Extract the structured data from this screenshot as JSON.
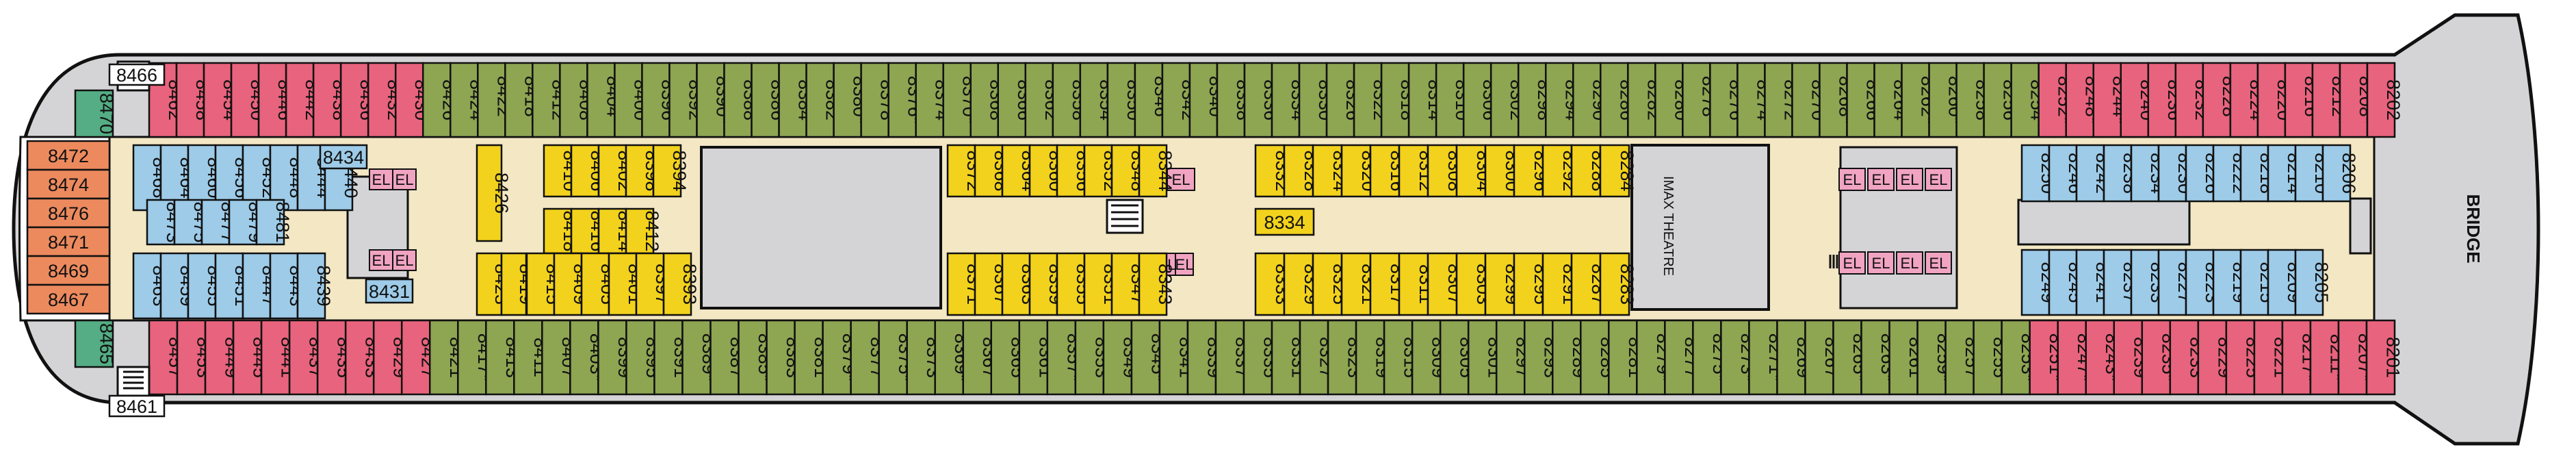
{
  "bridge_label": "BRIDGE",
  "theatre_label": "IMAX THEATRE",
  "elevator_label": "EL",
  "colors": {
    "red": "#e8637d",
    "green": "#8ea552",
    "blue": "#9dcbe8",
    "yellow": "#f2d21c",
    "orange": "#ec8a5e",
    "teal": "#54ad84",
    "pink": "#f1a4c1",
    "hull": "#d4d4d6",
    "corridor": "#f3e7c4",
    "white": "#ffffff"
  },
  "top_cabins": [
    "8462",
    "8458",
    "8454",
    "8450",
    "8446",
    "8442",
    "8438",
    "8436",
    "8432",
    "8430",
    "8426",
    "8424",
    "8422*",
    "8418*",
    "8412",
    "8408",
    "8404*",
    "8400",
    "8396",
    "8392",
    "8390*",
    "8388",
    "8386",
    "8384",
    "8382",
    "8380*",
    "8378",
    "8376*",
    "8374",
    "8370*",
    "8368",
    "8366",
    "8362",
    "8358",
    "8354",
    "8350",
    "8346*",
    "8342",
    "8340*",
    "8338",
    "8336",
    "8334",
    "8330",
    "8326",
    "8322",
    "8318",
    "8314",
    "8310",
    "8306",
    "8302",
    "8298",
    "8294",
    "8290",
    "8286",
    "8282",
    "8280",
    "8278*",
    "8276",
    "8274",
    "8272",
    "8270",
    "8268*",
    "8266",
    "8264",
    "8262*",
    "8260*",
    "8258",
    "8256",
    "8254",
    "8252*",
    "8248*",
    "8244*",
    "8240",
    "8236",
    "8232",
    "8228*",
    "8224",
    "8220",
    "8216*",
    "8212*",
    "8208*",
    "8202"
  ],
  "top_colors": [
    "r",
    "r",
    "r",
    "r",
    "r",
    "r",
    "r",
    "r",
    "r",
    "r",
    "g",
    "g",
    "g",
    "g",
    "g",
    "g",
    "g",
    "g",
    "g",
    "g",
    "g",
    "g",
    "g",
    "g",
    "g",
    "g",
    "g",
    "g",
    "g",
    "g",
    "g",
    "g",
    "g",
    "g",
    "g",
    "g",
    "g",
    "g",
    "g",
    "g",
    "g",
    "g",
    "g",
    "g",
    "g",
    "g",
    "g",
    "g",
    "g",
    "g",
    "g",
    "g",
    "g",
    "g",
    "g",
    "g",
    "g",
    "g",
    "g",
    "g",
    "g",
    "g",
    "g",
    "g",
    "g",
    "g",
    "g",
    "g",
    "g",
    "r",
    "r",
    "r",
    "r",
    "r",
    "r",
    "r",
    "r",
    "r",
    "r",
    "r",
    "r",
    "r"
  ],
  "bottom_cabins": [
    "8457",
    "8453",
    "8449",
    "8445",
    "8441",
    "8437",
    "8435",
    "8433",
    "8429",
    "8427",
    "8421",
    "8417*",
    "8413",
    "8411",
    "8407",
    "8403*",
    "8399",
    "8395",
    "8391",
    "8389*",
    "8387",
    "8385*",
    "8383",
    "8381",
    "8379*",
    "8377",
    "8375*",
    "8373",
    "8369*",
    "8367",
    "8365",
    "8361",
    "8357*",
    "8353",
    "8349",
    "8345*",
    "8341",
    "8339",
    "8337",
    "8335",
    "8331",
    "8327",
    "8323",
    "8319",
    "8315",
    "8309",
    "8305",
    "8301",
    "8297",
    "8293",
    "8289",
    "8285",
    "8281",
    "8279*",
    "8277",
    "8275*",
    "8273*",
    "8271*",
    "8269",
    "8267",
    "8265*",
    "8263*",
    "8261",
    "8259*",
    "8257",
    "8255",
    "8253*",
    "8251*",
    "8247*",
    "8243*",
    "8239",
    "8235*",
    "8233",
    "8229",
    "8225",
    "8221",
    "8217*",
    "8211*",
    "8207*",
    "8201"
  ],
  "bottom_colors": [
    "r",
    "r",
    "r",
    "r",
    "r",
    "r",
    "r",
    "r",
    "r",
    "r",
    "g",
    "g",
    "g",
    "g",
    "g",
    "g",
    "g",
    "g",
    "g",
    "g",
    "g",
    "g",
    "g",
    "g",
    "g",
    "g",
    "g",
    "g",
    "g",
    "g",
    "g",
    "g",
    "g",
    "g",
    "g",
    "g",
    "g",
    "g",
    "g",
    "g",
    "g",
    "g",
    "g",
    "g",
    "g",
    "g",
    "g",
    "g",
    "g",
    "g",
    "g",
    "g",
    "g",
    "g",
    "g",
    "g",
    "g",
    "g",
    "g",
    "g",
    "g",
    "g",
    "g",
    "g",
    "g",
    "g",
    "g",
    "r",
    "r",
    "r",
    "r",
    "r",
    "r",
    "r",
    "r",
    "r",
    "r",
    "r",
    "r",
    "r"
  ],
  "aft_cabins": [
    {
      "label": "8472",
      "color": "o"
    },
    {
      "label": "8474",
      "color": "o"
    },
    {
      "label": "8476",
      "color": "o"
    },
    {
      "label": "8471",
      "color": "o"
    },
    {
      "label": "8469",
      "color": "o"
    },
    {
      "label": "8467",
      "color": "o"
    },
    {
      "label": "8470",
      "color": "t"
    },
    {
      "label": "8465",
      "color": "t"
    },
    {
      "label": "8466",
      "color": "w"
    },
    {
      "label": "8461",
      "color": "w"
    }
  ],
  "inner_cabins": [
    {
      "label": "8468",
      "color": "b"
    },
    {
      "label": "8464",
      "color": "b"
    },
    {
      "label": "8460",
      "color": "b"
    },
    {
      "label": "8456",
      "color": "b"
    },
    {
      "label": "8452",
      "color": "b"
    },
    {
      "label": "8448",
      "color": "b"
    },
    {
      "label": "8444",
      "color": "b"
    },
    {
      "label": "8440",
      "color": "b"
    },
    {
      "label": "8473",
      "color": "b"
    },
    {
      "label": "8475",
      "color": "b"
    },
    {
      "label": "8477",
      "color": "b"
    },
    {
      "label": "8479",
      "color": "b"
    },
    {
      "label": "8481",
      "color": "b"
    },
    {
      "label": "8463",
      "color": "b"
    },
    {
      "label": "8459",
      "color": "b"
    },
    {
      "label": "8455",
      "color": "b"
    },
    {
      "label": "8451",
      "color": "b"
    },
    {
      "label": "8447",
      "color": "b"
    },
    {
      "label": "8443",
      "color": "b"
    },
    {
      "label": "8439",
      "color": "b"
    },
    {
      "label": "8434",
      "color": "b"
    },
    {
      "label": "8431",
      "color": "b"
    },
    {
      "label": "8426",
      "color": "y"
    },
    {
      "label": "8423",
      "color": "y"
    },
    {
      "label": "8419",
      "color": "y"
    },
    {
      "label": "8410",
      "color": "y"
    },
    {
      "label": "8406",
      "color": "y"
    },
    {
      "label": "8402",
      "color": "y"
    },
    {
      "label": "8398",
      "color": "y"
    },
    {
      "label": "8394",
      "color": "y"
    },
    {
      "label": "8418",
      "color": "y"
    },
    {
      "label": "8416",
      "color": "y"
    },
    {
      "label": "8414",
      "color": "y"
    },
    {
      "label": "8412",
      "color": "y"
    },
    {
      "label": "8415",
      "color": "y"
    },
    {
      "label": "8409",
      "color": "y"
    },
    {
      "label": "8405",
      "color": "y"
    },
    {
      "label": "8401",
      "color": "y"
    },
    {
      "label": "8397",
      "color": "y"
    },
    {
      "label": "8393",
      "color": "y"
    },
    {
      "label": "8372",
      "color": "y"
    },
    {
      "label": "8368",
      "color": "y"
    },
    {
      "label": "8364",
      "color": "y"
    },
    {
      "label": "8360",
      "color": "y"
    },
    {
      "label": "8356",
      "color": "y"
    },
    {
      "label": "8352",
      "color": "y"
    },
    {
      "label": "8348",
      "color": "y"
    },
    {
      "label": "8344",
      "color": "y"
    },
    {
      "label": "8371",
      "color": "y"
    },
    {
      "label": "8367",
      "color": "y"
    },
    {
      "label": "8363",
      "color": "y"
    },
    {
      "label": "8359",
      "color": "y"
    },
    {
      "label": "8355",
      "color": "y"
    },
    {
      "label": "8351",
      "color": "y"
    },
    {
      "label": "8347",
      "color": "y"
    },
    {
      "label": "8343",
      "color": "y"
    },
    {
      "label": "8334",
      "color": "y"
    },
    {
      "label": "8332",
      "color": "y"
    },
    {
      "label": "8328",
      "color": "y"
    },
    {
      "label": "8324",
      "color": "y"
    },
    {
      "label": "8320",
      "color": "y"
    },
    {
      "label": "8316",
      "color": "y"
    },
    {
      "label": "8312",
      "color": "y"
    },
    {
      "label": "8308",
      "color": "y"
    },
    {
      "label": "8304",
      "color": "y"
    },
    {
      "label": "8300",
      "color": "y"
    },
    {
      "label": "8296",
      "color": "y"
    },
    {
      "label": "8292",
      "color": "y"
    },
    {
      "label": "8288",
      "color": "y"
    },
    {
      "label": "8284",
      "color": "y"
    },
    {
      "label": "8333",
      "color": "y"
    },
    {
      "label": "8329",
      "color": "y"
    },
    {
      "label": "8325",
      "color": "y"
    },
    {
      "label": "8321",
      "color": "y"
    },
    {
      "label": "8317",
      "color": "y"
    },
    {
      "label": "8311",
      "color": "y"
    },
    {
      "label": "8307",
      "color": "y"
    },
    {
      "label": "8303",
      "color": "y"
    },
    {
      "label": "8299",
      "color": "y"
    },
    {
      "label": "8295",
      "color": "y"
    },
    {
      "label": "8291",
      "color": "y"
    },
    {
      "label": "8287",
      "color": "y"
    },
    {
      "label": "8283",
      "color": "y"
    },
    {
      "label": "8250",
      "color": "b"
    },
    {
      "label": "8246",
      "color": "b"
    },
    {
      "label": "8242",
      "color": "b"
    },
    {
      "label": "8238",
      "color": "b"
    },
    {
      "label": "8234",
      "color": "b"
    },
    {
      "label": "8230",
      "color": "b"
    },
    {
      "label": "8226",
      "color": "b"
    },
    {
      "label": "8222",
      "color": "b"
    },
    {
      "label": "8218",
      "color": "b"
    },
    {
      "label": "8214",
      "color": "b"
    },
    {
      "label": "8210",
      "color": "b"
    },
    {
      "label": "8206",
      "color": "b"
    },
    {
      "label": "8249",
      "color": "b"
    },
    {
      "label": "8245",
      "color": "b"
    },
    {
      "label": "8241",
      "color": "b"
    },
    {
      "label": "8237",
      "color": "b"
    },
    {
      "label": "8233",
      "color": "b"
    },
    {
      "label": "8227",
      "color": "b"
    },
    {
      "label": "8223",
      "color": "b"
    },
    {
      "label": "8219",
      "color": "b"
    },
    {
      "label": "8215",
      "color": "b"
    },
    {
      "label": "8209",
      "color": "b"
    },
    {
      "label": "8205",
      "color": "b"
    }
  ]
}
